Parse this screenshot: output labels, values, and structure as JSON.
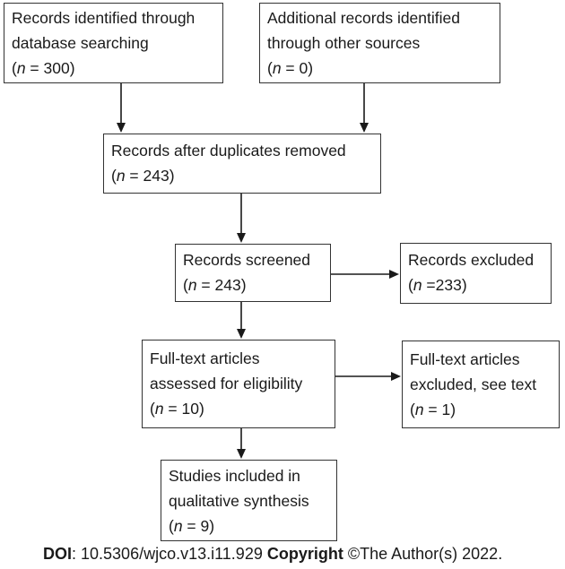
{
  "page": {
    "background_color": "#ffffff",
    "text_color": "#1a1a1a",
    "box_border_color": "#333333"
  },
  "boxes": [
    {
      "id": "identified",
      "lines": [
        "Records identified through",
        "database searching"
      ],
      "n_line": "(n = 300)"
    },
    {
      "id": "additional",
      "lines": [
        "Additional records identified",
        "through other sources"
      ],
      "n_line": "(n = 0)"
    },
    {
      "id": "duplicates",
      "lines": [
        "Records after duplicates removed"
      ],
      "n_line": "(n = 243)"
    },
    {
      "id": "screened",
      "lines": [
        "Records screened"
      ],
      "n_line": "(n = 243)"
    },
    {
      "id": "rec-excluded",
      "lines": [
        "Records excluded"
      ],
      "n_line": "(n =233)"
    },
    {
      "id": "ft-assessed",
      "lines": [
        "Full-text articles",
        "assessed for eligibility"
      ],
      "n_line": "(n = 10)"
    },
    {
      "id": "ft-excluded",
      "lines": [
        "Full-text articles",
        "excluded, see text"
      ],
      "n_line": "(n = 1)"
    },
    {
      "id": "included",
      "lines": [
        "Studies included in",
        "qualitative synthesis"
      ],
      "n_line": "(n = 9)"
    }
  ],
  "footer": {
    "doi_label": "DOI",
    "doi_rest": ": 10.5306/wjco.v13.i11.929 ",
    "copyright_label": "Copyright",
    "copyright_rest": " ©The Author(s) 2022."
  }
}
